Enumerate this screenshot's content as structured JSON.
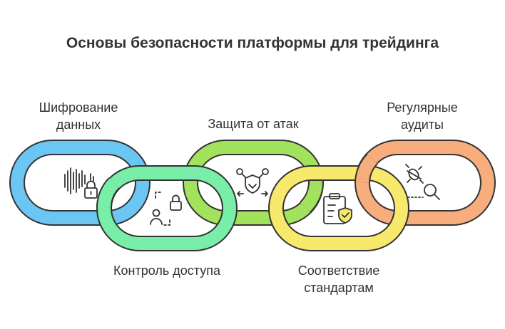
{
  "title": "Основы безопасности платформы для трейдинга",
  "links": [
    {
      "line1": "Шифрование",
      "line2": "данных",
      "color": "#6cc6f3",
      "icon": "soundwave-lock-icon"
    },
    {
      "line1": "Контроль доступа",
      "line2": "",
      "color": "#79eea8",
      "icon": "user-lock-icon"
    },
    {
      "line1": "Защита от атак",
      "line2": "",
      "color": "#a3e25c",
      "icon": "shield-network-icon"
    },
    {
      "line1": "Соответствие",
      "line2": "стандартам",
      "color": "#f6e96b",
      "icon": "clipboard-shield-icon"
    },
    {
      "line1": "Регулярные",
      "line2": "аудиты",
      "color": "#f8ad7c",
      "icon": "bug-search-icon"
    }
  ],
  "colors": {
    "outline": "#333333",
    "text": "#333333"
  }
}
